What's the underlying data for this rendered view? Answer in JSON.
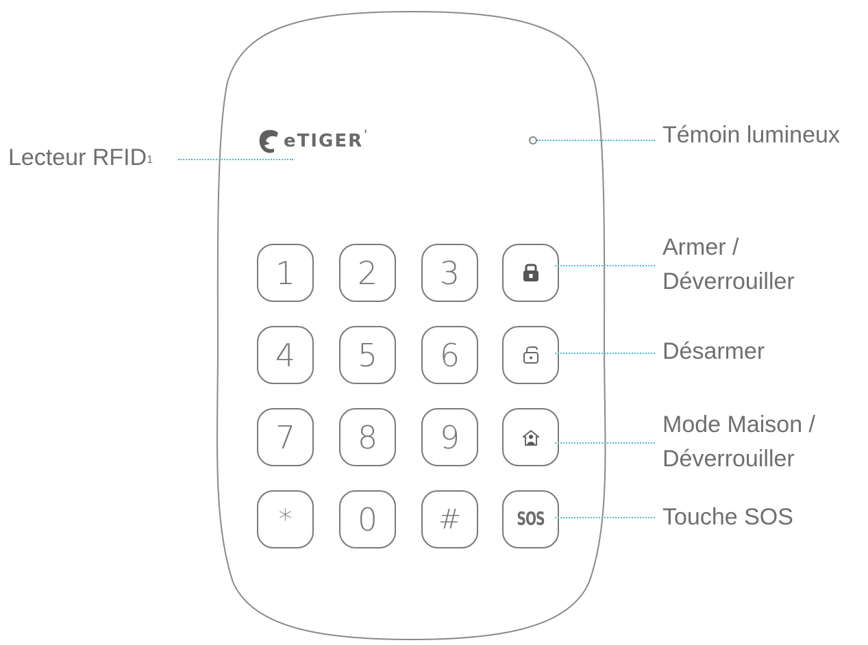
{
  "device": {
    "brand": "eTIGER",
    "brand_mark": "'",
    "keys": [
      {
        "label": "1",
        "type": "digit"
      },
      {
        "label": "2",
        "type": "digit"
      },
      {
        "label": "3",
        "type": "digit"
      },
      {
        "label": "",
        "type": "icon",
        "icon": "lock-closed-icon"
      },
      {
        "label": "4",
        "type": "digit"
      },
      {
        "label": "5",
        "type": "digit"
      },
      {
        "label": "6",
        "type": "digit"
      },
      {
        "label": "",
        "type": "icon",
        "icon": "lock-open-icon"
      },
      {
        "label": "7",
        "type": "digit"
      },
      {
        "label": "8",
        "type": "digit"
      },
      {
        "label": "9",
        "type": "digit"
      },
      {
        "label": "",
        "type": "icon",
        "icon": "home-person-icon"
      },
      {
        "label": "*",
        "type": "symbol"
      },
      {
        "label": "0",
        "type": "digit"
      },
      {
        "label": "#",
        "type": "symbol"
      },
      {
        "label": "SOS",
        "type": "sos"
      }
    ]
  },
  "callouts": {
    "rfid": {
      "text": "Lecteur RFID",
      "superscript": "1"
    },
    "led": {
      "text": "Témoin lumineux"
    },
    "arm": {
      "line1": "Armer /",
      "line2": "Déverrouiller"
    },
    "disarm": {
      "text": "Désarmer"
    },
    "home": {
      "line1": "Mode Maison /",
      "line2": "Déverrouiller"
    },
    "sos": {
      "text": "Touche SOS"
    }
  },
  "colors": {
    "outline": "#7a7a7a",
    "text": "#6f6f6f",
    "leader": "#3fb8d6"
  }
}
